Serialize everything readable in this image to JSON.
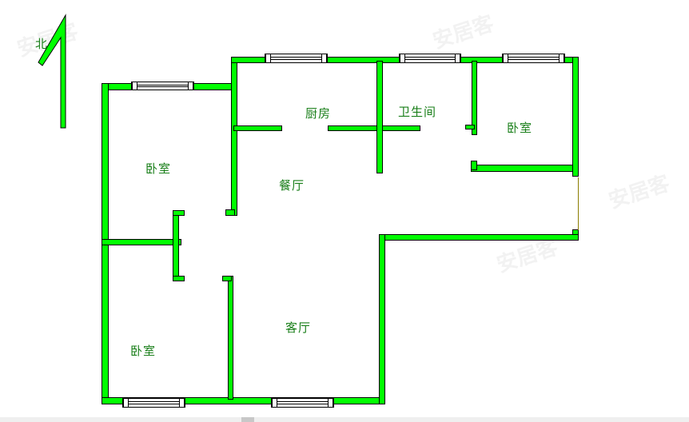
{
  "compass": {
    "label": "北",
    "icon": "north-arrow-icon"
  },
  "rooms": [
    {
      "id": "kitchen",
      "label": "厨房"
    },
    {
      "id": "bathroom",
      "label": "卫生间"
    },
    {
      "id": "bedroom-ne",
      "label": "卧室"
    },
    {
      "id": "bedroom-w",
      "label": "卧室"
    },
    {
      "id": "dining",
      "label": "餐厅"
    },
    {
      "id": "living",
      "label": "客厅"
    },
    {
      "id": "bedroom-sw",
      "label": "卧室"
    }
  ],
  "colors": {
    "wall": "#00ff00",
    "label": "#1a7f1a",
    "outline": "#000000"
  }
}
